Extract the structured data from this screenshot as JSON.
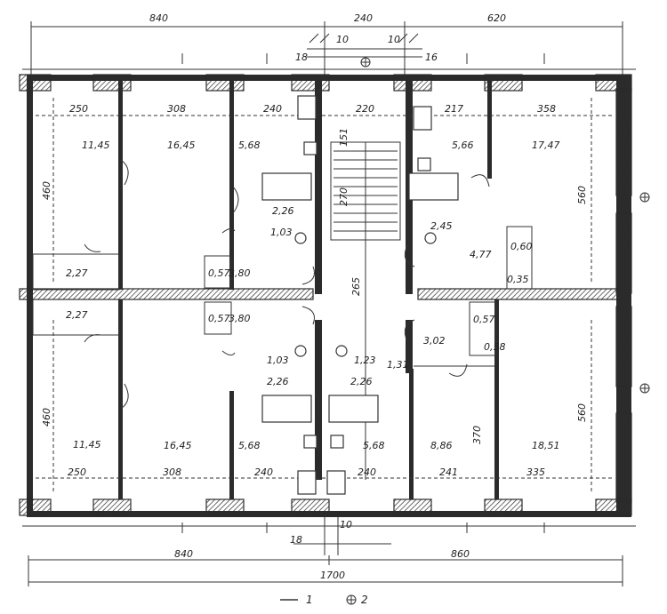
{
  "dimensions": {
    "top_overall": [
      "840",
      "240",
      "620"
    ],
    "top_small": [
      "10",
      "10",
      "18",
      "16"
    ],
    "top_rooms": [
      "250",
      "308",
      "240",
      "220",
      "217",
      "358"
    ],
    "left_heights": [
      "460",
      "460"
    ],
    "right_heights": [
      "560",
      "560"
    ],
    "stair_heights": [
      "151",
      "270",
      "265"
    ],
    "bottom_rooms": [
      "250",
      "308",
      "240",
      "240",
      "241",
      "335"
    ],
    "inner_height": "370",
    "bottom_small": [
      "18",
      "10"
    ],
    "bottom_overall": [
      "840",
      "860"
    ],
    "bottom_total": "1700"
  },
  "areas": {
    "top": [
      "11,45",
      "16,45",
      "5,68",
      "2,26",
      "1,03",
      "3,80",
      "0,57",
      "2,27",
      "5,66",
      "17,47",
      "2,45",
      "4,77",
      "0,60",
      "0,35"
    ],
    "bottom": [
      "2,27",
      "0,57",
      "3,80",
      "1,03",
      "2,26",
      "1,23",
      "1,31",
      "2,26",
      "3,02",
      "0,57",
      "0,58",
      "11,45",
      "16,45",
      "5,68",
      "5,68",
      "8,86",
      "18,51"
    ]
  },
  "legend": {
    "item1_number": "1",
    "item2_number": "2"
  }
}
